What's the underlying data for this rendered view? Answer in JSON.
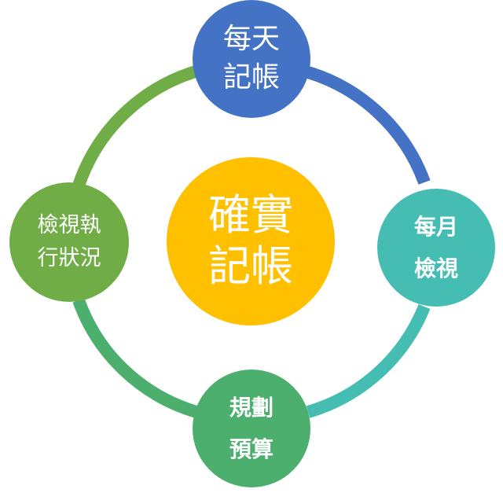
{
  "colors": {
    "top": "#4472c4",
    "right": "#46bdb3",
    "bottom": "#4caf6e",
    "left": "#70ad47",
    "center": "#ffc000",
    "ring_top_right": "#4472c4",
    "ring_right_bottom": "#46bdb3",
    "ring_bottom_left": "#4caf6e",
    "ring_left_top": "#70ad47"
  },
  "nodes": {
    "top": {
      "line1": "每天",
      "line2": "記帳"
    },
    "right": {
      "line1": "每月",
      "line2": "檢視"
    },
    "bottom": {
      "line1": "規劃",
      "line2": "預算"
    },
    "left": {
      "line1": "檢視執",
      "line2": "行狀況"
    },
    "center": {
      "line1": "確實",
      "line2": "記帳"
    }
  }
}
